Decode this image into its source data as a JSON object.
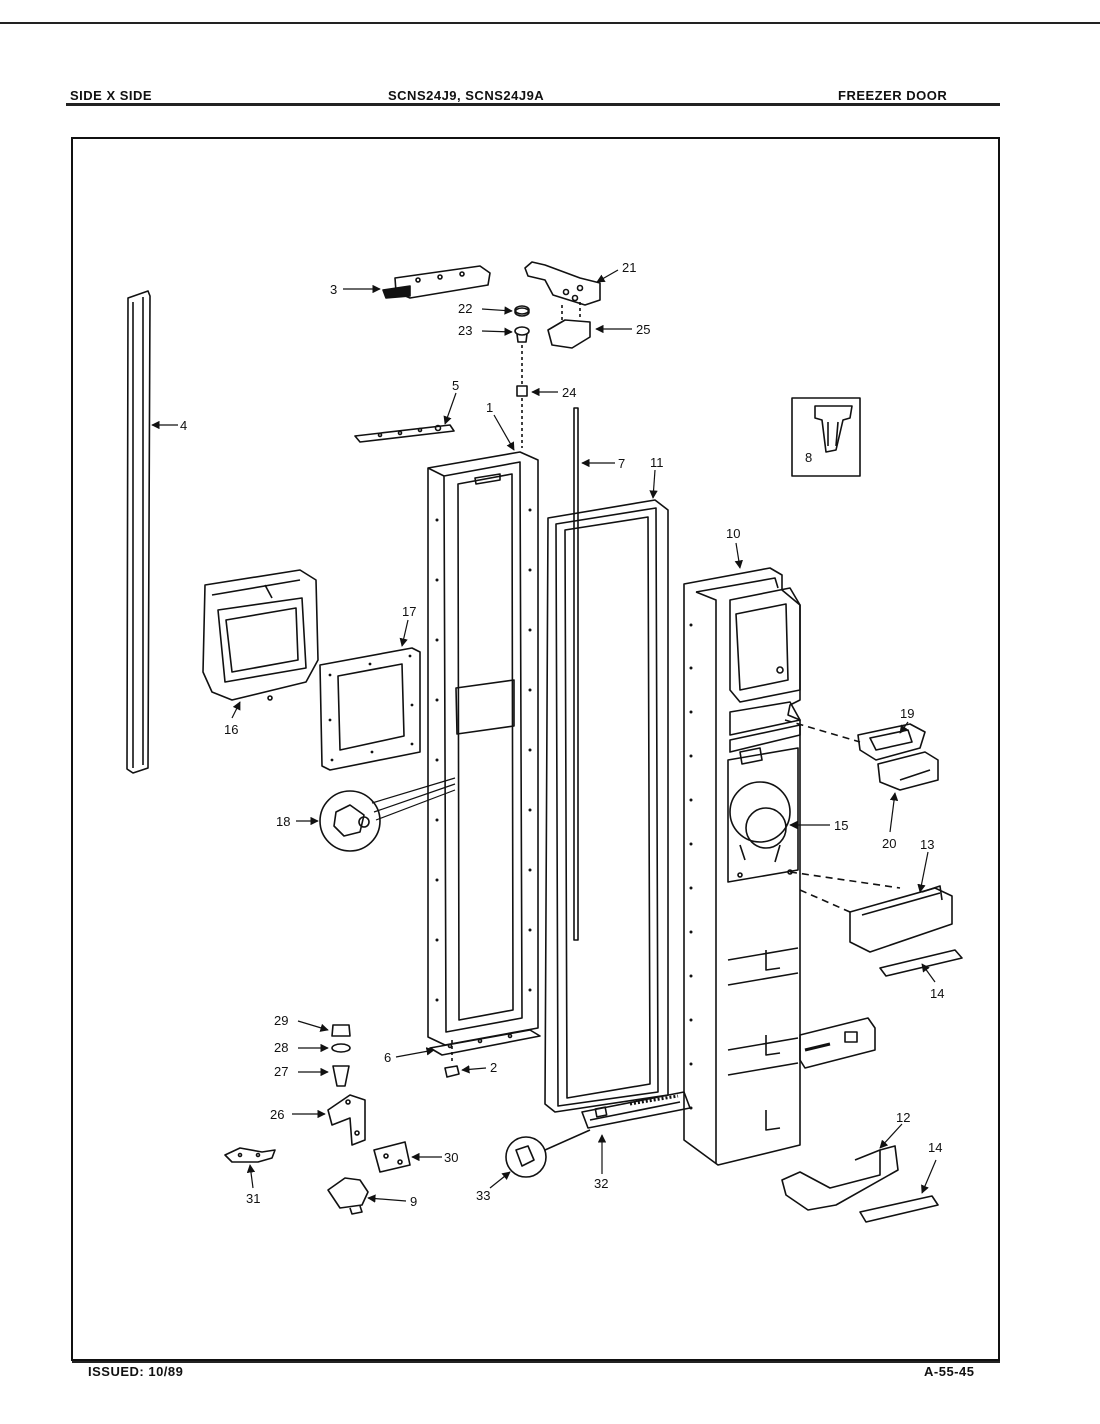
{
  "header": {
    "left": "SIDE X SIDE",
    "center": "SCNS24J9, SCNS24J9A",
    "right": "FREEZER DOOR"
  },
  "footer": {
    "left": "ISSUED: 10/89",
    "right": "A-55-45"
  },
  "callouts": {
    "c1": "1",
    "c2": "2",
    "c3": "3",
    "c4": "4",
    "c5": "5",
    "c6": "6",
    "c7": "7",
    "c8": "8",
    "c9": "9",
    "c10": "10",
    "c11": "11",
    "c12": "12",
    "c13": "13",
    "c14a": "14",
    "c14b": "14",
    "c15": "15",
    "c16": "16",
    "c17": "17",
    "c18": "18",
    "c19": "19",
    "c20": "20",
    "c21": "21",
    "c22": "22",
    "c23": "23",
    "c24": "24",
    "c25": "25",
    "c26": "26",
    "c27": "27",
    "c28": "28",
    "c29": "29",
    "c30": "30",
    "c31": "31",
    "c32": "32",
    "c33": "33"
  }
}
